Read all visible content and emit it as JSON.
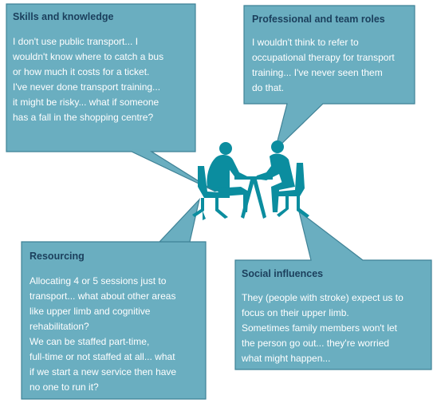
{
  "panels": {
    "skills": {
      "title": "Skills and knowledge",
      "lines": [
        "I don't use public transport... I",
        "wouldn't know where to catch a bus",
        "or how much it costs for a ticket.",
        "I've never done transport training...",
        "it might be risky... what if someone",
        "has a fall in the shopping centre?"
      ]
    },
    "roles": {
      "title": "Professional and team roles",
      "lines": [
        "I wouldn't think to refer to",
        "occupational therapy for transport",
        "training... I've never seen them",
        "do that."
      ]
    },
    "resourcing": {
      "title": "Resourcing",
      "lines": [
        "Allocating 4 or 5 sessions just to",
        "transport... what about other areas",
        "like upper limb and cognitive",
        "rehabilitation?",
        "We can be staffed part-time,",
        "full-time or not staffed at all... what",
        "if we start a new service then have",
        "no one to run it?"
      ]
    },
    "social": {
      "title": "Social influences",
      "lines": [
        "They (people with stroke) expect us to",
        "focus on their upper limb.",
        "Sometimes family members won't let",
        "the person go out... they're worried",
        "what might happen..."
      ]
    }
  },
  "colors": {
    "bubble_fill": "#6aaec0",
    "bubble_stroke": "#3f8296",
    "title_text": "#1b3f5c",
    "silhouette": "#0b8d9f"
  }
}
